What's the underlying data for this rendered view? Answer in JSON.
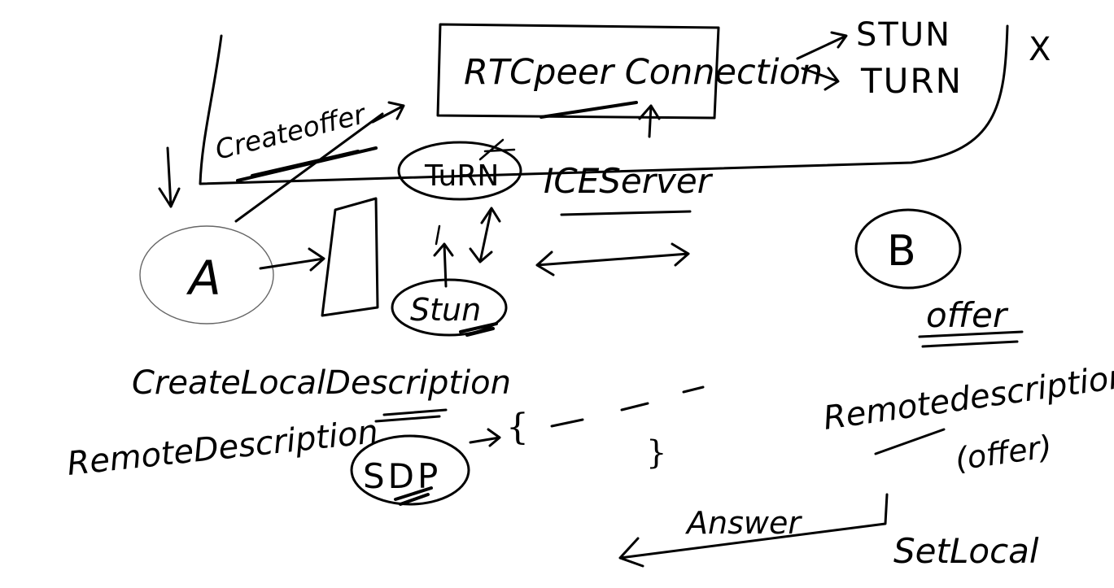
{
  "labels": {
    "rtc_peer_connection": "RTCpeer Connection",
    "stun_top": "STUN",
    "turn_top": "TURN",
    "close_mark": "X",
    "create_offer": "Createoffer",
    "turn_node": "TuRN",
    "ice_server": "ICEServer",
    "node_a": "A",
    "node_b": "B",
    "stun_node": "Stun",
    "offer": "offer",
    "create_local_description": "CreateLocalDescription",
    "remote_description_left": "RemoteDescription",
    "remote_description_right": "Remotedescription",
    "offer_paren": "(offer)",
    "sdp": "SDP",
    "answer": "Answer",
    "set_local": "SetLocal"
  },
  "colors": {
    "ink": "#000000",
    "node_a_outline": "#666666",
    "background": "#ffffff"
  }
}
